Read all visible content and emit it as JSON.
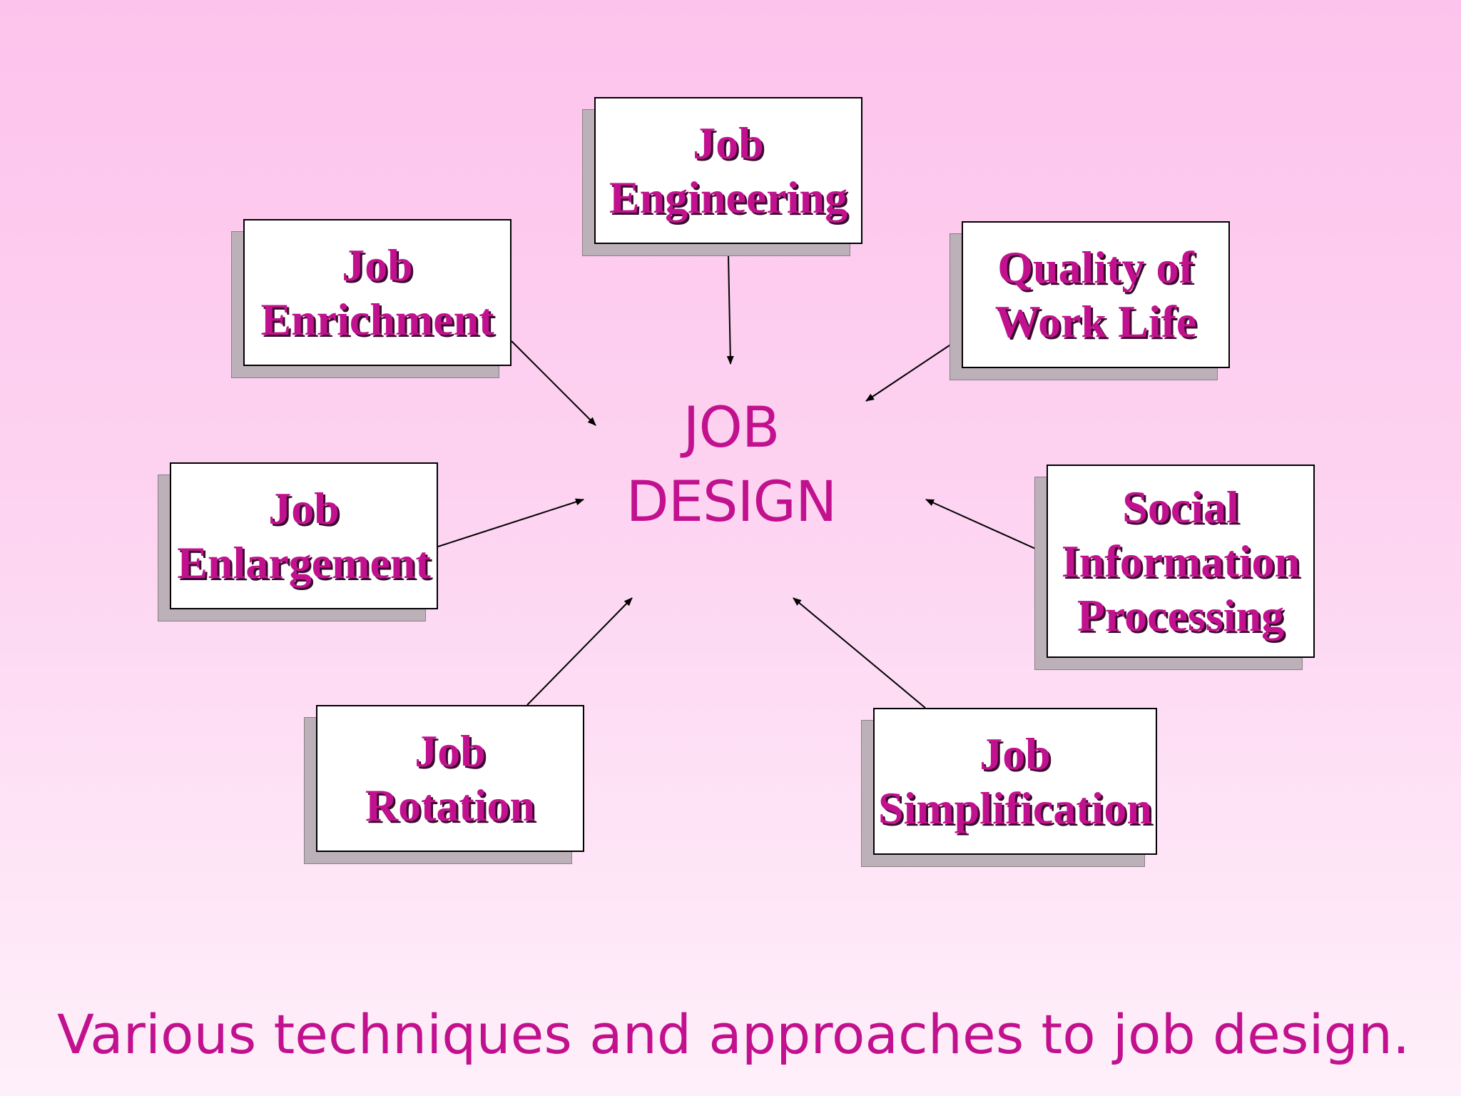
{
  "diagram": {
    "center": {
      "lines": [
        "JOB",
        "DESIGN"
      ]
    },
    "nodes": [
      {
        "id": "job-engineering",
        "lines": [
          "Job",
          "Engineering"
        ]
      },
      {
        "id": "job-enrichment",
        "lines": [
          "Job",
          "Enrichment"
        ]
      },
      {
        "id": "quality-of-work-life",
        "lines": [
          "Quality of",
          "Work Life"
        ]
      },
      {
        "id": "job-enlargement",
        "lines": [
          "Job",
          "Enlargement"
        ]
      },
      {
        "id": "social-information-processing",
        "lines": [
          "Social",
          "Information",
          "Processing"
        ]
      },
      {
        "id": "job-rotation",
        "lines": [
          "Job",
          "Rotation"
        ]
      },
      {
        "id": "job-simplification",
        "lines": [
          "Job",
          "Simplification"
        ]
      }
    ],
    "arrow_direction": "node-to-center"
  },
  "caption": "Various techniques and approaches to job design.",
  "colors": {
    "text_accent": "#c2118e",
    "box_fill": "#ffffff",
    "box_border": "#000000",
    "box_shadow": "#bcb1b8",
    "background_top": "#fdc3ec",
    "background_bottom": "#fef0fa"
  }
}
